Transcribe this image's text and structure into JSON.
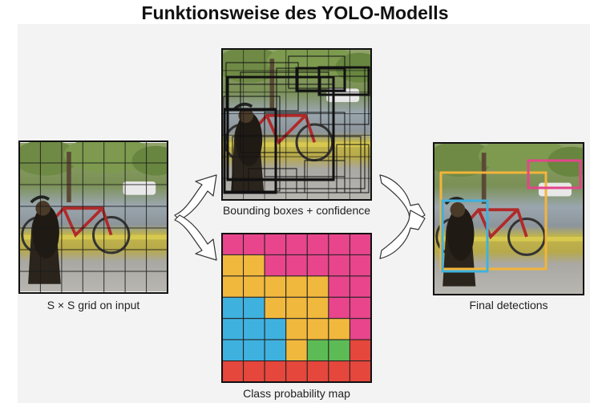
{
  "title": "Funktionsweise des YOLO-Modells",
  "captions": {
    "grid_input": "S × S grid on input",
    "bounding_boxes": "Bounding boxes + confidence",
    "class_map": "Class probability map",
    "final": "Final detections"
  },
  "colors": {
    "panel": "#f3f3f3",
    "box_yellow": "#f3b43a",
    "box_pink": "#e3458a",
    "box_blue": "#3fb2df",
    "class_pink": "#e8458c",
    "class_yellow": "#f1b83e",
    "class_blue": "#3fb1df",
    "class_green": "#5dbb55",
    "class_red": "#e5473c"
  },
  "class_map_grid": [
    [
      "pink",
      "pink",
      "pink",
      "pink",
      "pink",
      "pink",
      "pink"
    ],
    [
      "yellow",
      "yellow",
      "pink",
      "pink",
      "pink",
      "pink",
      "pink"
    ],
    [
      "yellow",
      "yellow",
      "yellow",
      "yellow",
      "yellow",
      "pink",
      "pink"
    ],
    [
      "blue",
      "blue",
      "yellow",
      "yellow",
      "yellow",
      "pink",
      "pink"
    ],
    [
      "blue",
      "blue",
      "blue",
      "yellow",
      "yellow",
      "yellow",
      "pink"
    ],
    [
      "blue",
      "blue",
      "blue",
      "yellow",
      "green",
      "green",
      "red"
    ],
    [
      "red",
      "red",
      "red",
      "red",
      "red",
      "red",
      "red"
    ]
  ]
}
